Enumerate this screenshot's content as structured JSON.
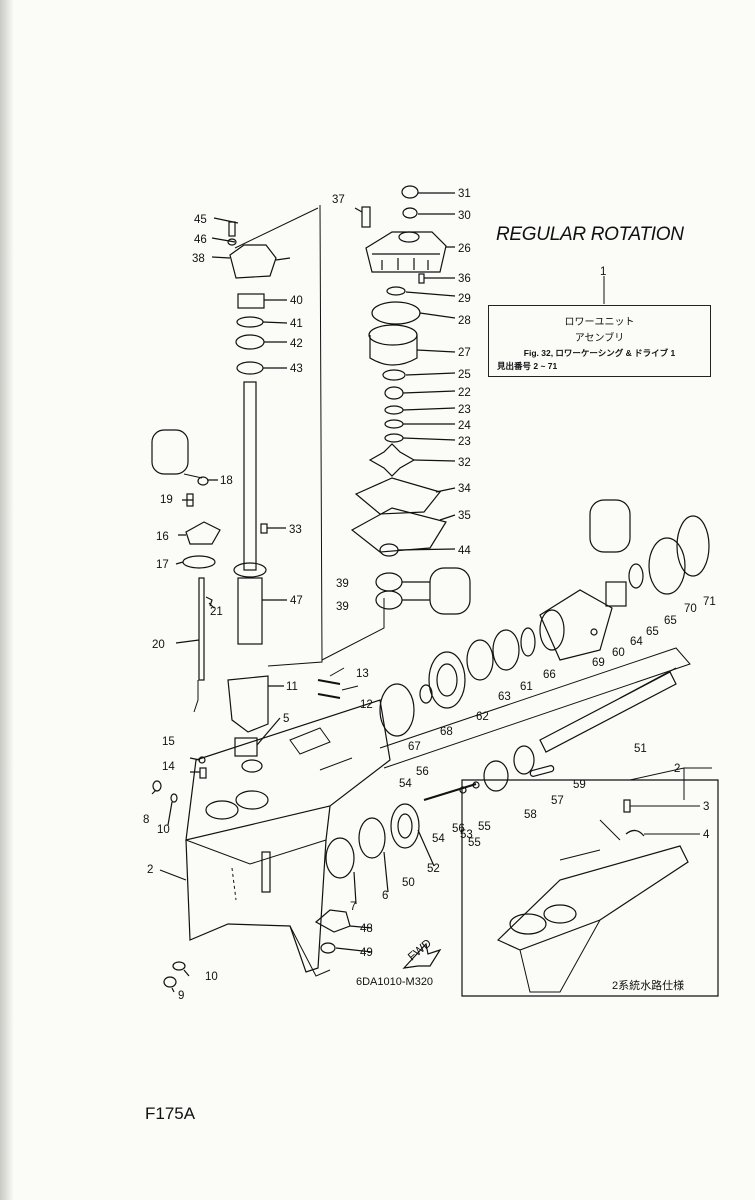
{
  "header": {
    "title": "REGULAR ROTATION"
  },
  "assembly": {
    "ref": "1",
    "name_line1": "ロワーユニット",
    "name_line2": "アセンブリ",
    "fig_line": "Fig. 32, ロワーケーシング & ドライブ 1",
    "index_line": "見出番号 2 ~ 71"
  },
  "inset": {
    "label": "2系統水路仕様",
    "ref": "2"
  },
  "drawing_code": "6DA1010-M320",
  "model": "F175A",
  "arrow_label": "FWD",
  "part_labels": {
    "p31": "31",
    "p30": "30",
    "p26": "26",
    "p36": "36",
    "p29": "29",
    "p28": "28",
    "p27": "27",
    "p25": "25",
    "p22": "22",
    "p23a": "23",
    "p24": "24",
    "p23b": "23",
    "p32": "32",
    "p34": "34",
    "p35": "35",
    "p44": "44",
    "p39a": "39",
    "p39b": "39",
    "p37": "37",
    "p45": "45",
    "p46": "46",
    "p38": "38",
    "p40": "40",
    "p41": "41",
    "p42": "42",
    "p43": "43",
    "p18": "18",
    "p19": "19",
    "p16": "16",
    "p17": "17",
    "p21": "21",
    "p33": "33",
    "p47": "47",
    "p20": "20",
    "p11": "11",
    "p13": "13",
    "p12": "12",
    "p5": "5",
    "p15": "15",
    "p14": "14",
    "p8": "8",
    "p10a": "10",
    "p2a": "2",
    "p7": "7",
    "p6": "6",
    "p50": "50",
    "p52": "52",
    "p48": "48",
    "p49": "49",
    "p10b": "10",
    "p9": "9",
    "p67": "67",
    "p68": "68",
    "p62": "62",
    "p63": "63",
    "p61": "61",
    "p66": "66",
    "p69": "69",
    "p60": "60",
    "p64": "64",
    "p65a": "65",
    "p65b": "65",
    "p70": "70",
    "p71": "71",
    "p51": "51",
    "p59": "59",
    "p57": "57",
    "p58": "58",
    "p56a": "56",
    "p54a": "54",
    "p54b": "54",
    "p56b": "56",
    "p53": "53",
    "p55a": "55",
    "p55b": "55",
    "p2b": "2",
    "p3": "3",
    "p4": "4"
  },
  "colors": {
    "ink": "#111111",
    "paper": "#fbfbf8"
  }
}
